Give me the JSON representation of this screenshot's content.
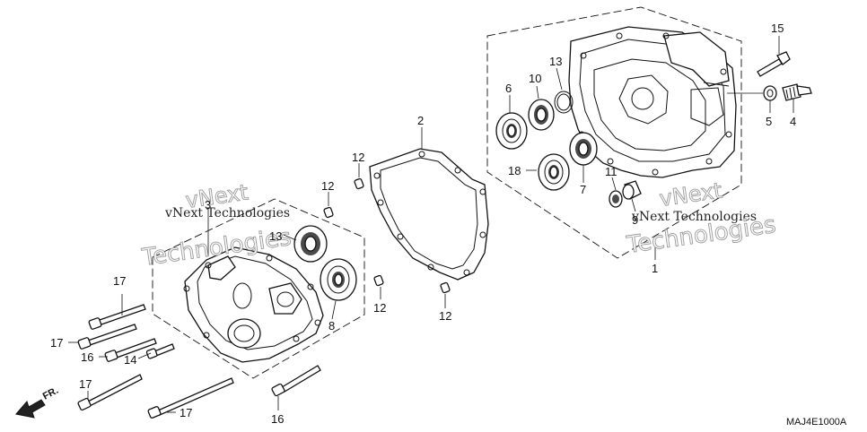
{
  "diagram": {
    "reference_code": "MAJ4E1000A",
    "direction_label": "FR.",
    "watermarks": [
      {
        "text": "vNext Technologies",
        "style": "small"
      },
      {
        "text": "vNext Technologies",
        "style": "small"
      },
      {
        "text": "Technologies",
        "style": "outline"
      },
      {
        "text": "vNext",
        "style": "outline"
      },
      {
        "text": "Technologies",
        "style": "outline"
      },
      {
        "text": "vNext",
        "style": "outline"
      }
    ],
    "callouts": [
      {
        "id": "c1",
        "label": "1"
      },
      {
        "id": "c2",
        "label": "2"
      },
      {
        "id": "c3",
        "label": "3"
      },
      {
        "id": "c4",
        "label": "4"
      },
      {
        "id": "c5",
        "label": "5"
      },
      {
        "id": "c6",
        "label": "6"
      },
      {
        "id": "c7",
        "label": "7"
      },
      {
        "id": "c8",
        "label": "8"
      },
      {
        "id": "c9",
        "label": "9"
      },
      {
        "id": "c10",
        "label": "10"
      },
      {
        "id": "c11",
        "label": "11"
      },
      {
        "id": "c12a",
        "label": "12"
      },
      {
        "id": "c12b",
        "label": "12"
      },
      {
        "id": "c12c",
        "label": "12"
      },
      {
        "id": "c12d",
        "label": "12"
      },
      {
        "id": "c13",
        "label": "13"
      },
      {
        "id": "c13b",
        "label": "13"
      },
      {
        "id": "c14",
        "label": "14"
      },
      {
        "id": "c15",
        "label": "15"
      },
      {
        "id": "c16a",
        "label": "16"
      },
      {
        "id": "c16b",
        "label": "16"
      },
      {
        "id": "c17a",
        "label": "17"
      },
      {
        "id": "c17b",
        "label": "17"
      },
      {
        "id": "c17c",
        "label": "17"
      },
      {
        "id": "c17d",
        "label": "17"
      },
      {
        "id": "c18",
        "label": "18"
      }
    ]
  }
}
